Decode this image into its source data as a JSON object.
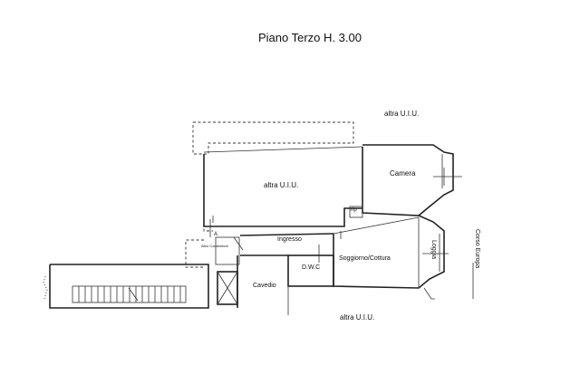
{
  "title": "Piano Terzo H. 3.00",
  "labels": {
    "altra_uiu_top": "altra U.I.U.",
    "altra_uiu_center": "altra U.I.U.",
    "altra_uiu_bottom": "altra U.I.U.",
    "camera": "Camera",
    "rip": "rip",
    "ingresso": "Ingresso",
    "soggiorno_cottura": "Soggiorno/Cottura",
    "dwc": "D.W.C",
    "cavedio": "Cavedio",
    "loggia": "Loggia",
    "corso_europa": "Corso Europa",
    "a_marker": "A",
    "altro_contenitore": "Altro Contenitore"
  }
}
